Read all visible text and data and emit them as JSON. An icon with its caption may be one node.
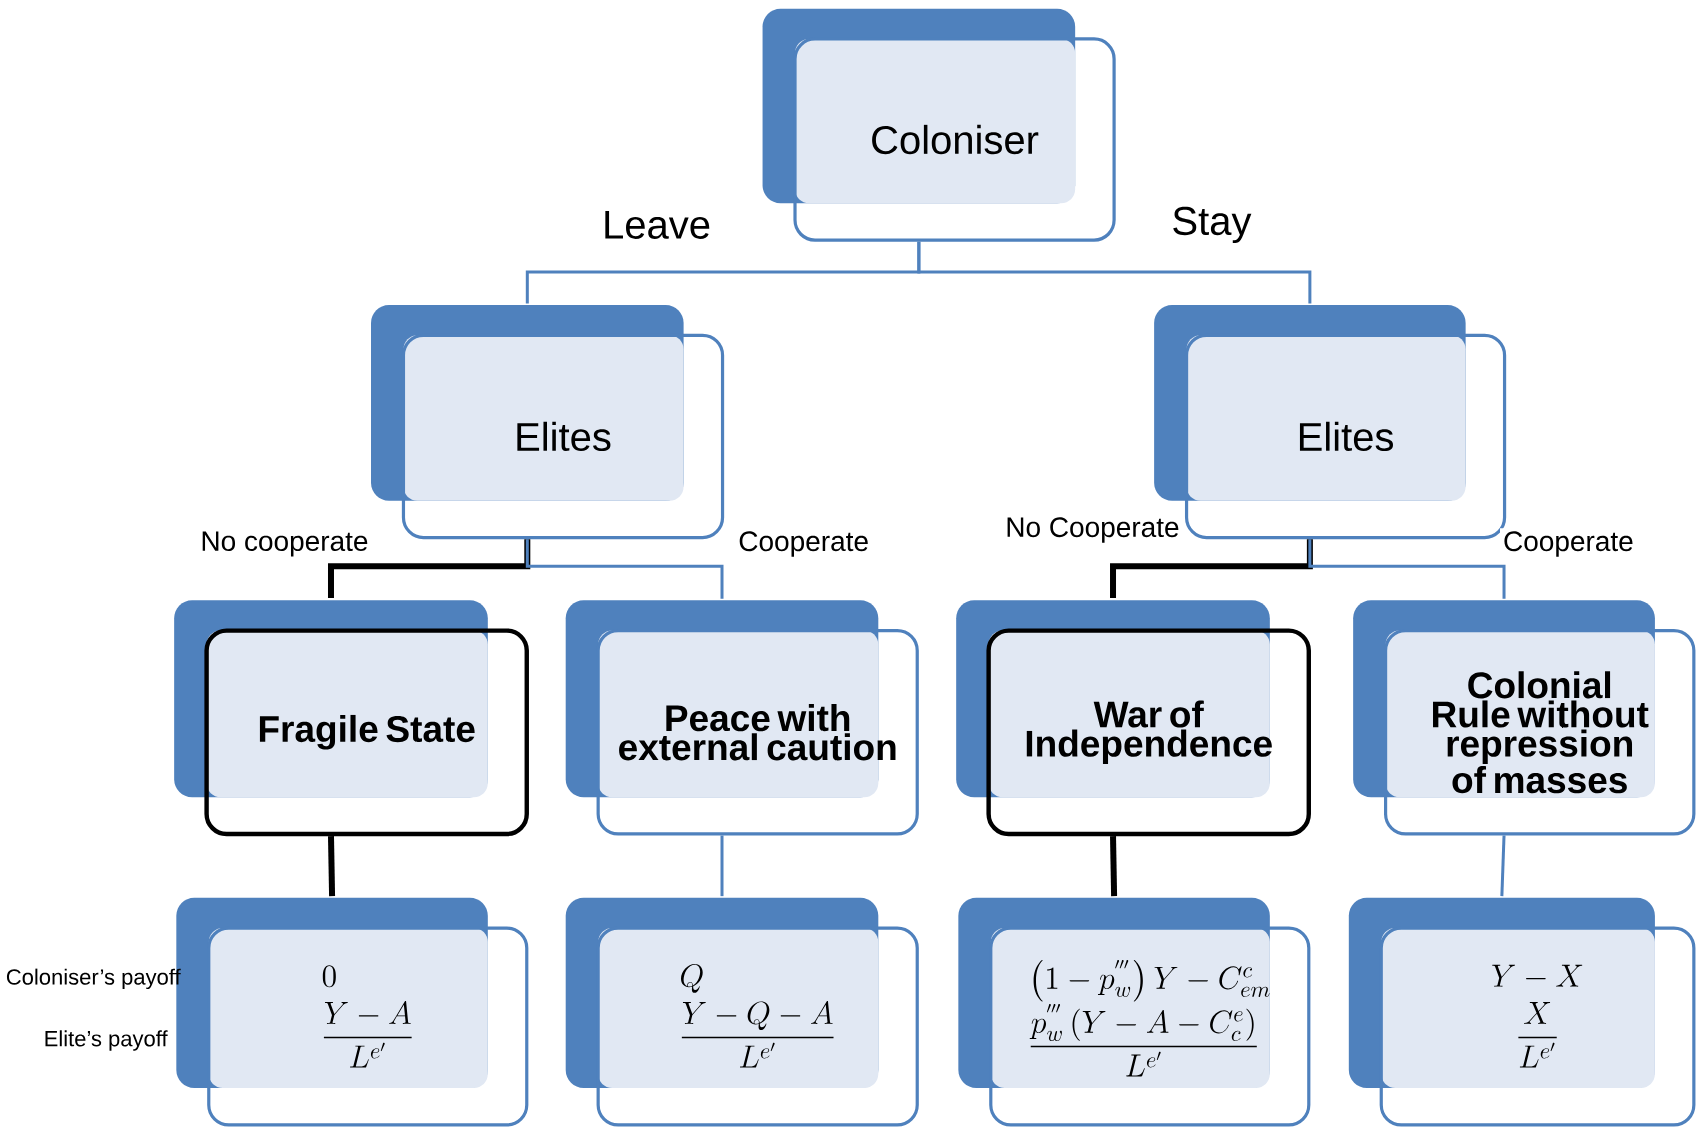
{
  "diagram": {
    "nodes": [
      {
        "text": [
          "Coloniser"
        ]
      },
      {
        "text": [
          "Elites"
        ]
      },
      {
        "text": [
          "Elites"
        ]
      },
      {
        "text": [
          "Fragile State"
        ]
      },
      {
        "text": [
          "Peace with external caution"
        ]
      },
      {
        "text": [
          "War of Independence"
        ]
      },
      {
        "text": [
          "Colonial Rule without repression of masses"
        ]
      },
      {
        "text": [
          "0",
          "\\frac{Y-A}{L^{e'}}"
        ]
      },
      {
        "text": [
          "Q",
          "\\frac{Y-Q-A}{L^{e'}}"
        ]
      },
      {
        "text": [
          "\\left(1-p_w^{'''}\\right)Y-C_{em}^{c}",
          "\\frac{p_w^{'''}\\left(Y-A-C_c^{e}\\right)}{L^{e'}}"
        ]
      },
      {
        "text": [
          "Y-X",
          "\\frac{X}{L^{e'}}"
        ]
      }
    ],
    "edges": [
      {
        "from": 0,
        "to": 1,
        "arrow": "none",
        "label": "Leave"
      },
      {
        "from": 0,
        "to": 2,
        "arrow": "none",
        "label": "Stay"
      },
      {
        "from": 1,
        "to": 3,
        "arrow": "none",
        "label": "No cooperate",
        "style": "thick",
        "color": "#000000"
      },
      {
        "from": 1,
        "to": 4,
        "arrow": "none",
        "label": "Cooperate"
      },
      {
        "from": 2,
        "to": 5,
        "arrow": "none",
        "label": "No Cooperate",
        "style": "thick",
        "color": "#000000"
      },
      {
        "from": 2,
        "to": 6,
        "arrow": "none",
        "label": "Cooperate"
      },
      {
        "from": 3,
        "to": 7,
        "arrow": "none",
        "style": "thick",
        "color": "#000000"
      },
      {
        "from": 4,
        "to": 8,
        "arrow": "none"
      },
      {
        "from": 5,
        "to": 9,
        "arrow": "none",
        "style": "thick",
        "color": "#000000"
      },
      {
        "from": 6,
        "to": 10,
        "arrow": "none"
      }
    ],
    "labels": [
      "Coloniser’s payoff",
      "Elite’s payoff"
    ]
  }
}
